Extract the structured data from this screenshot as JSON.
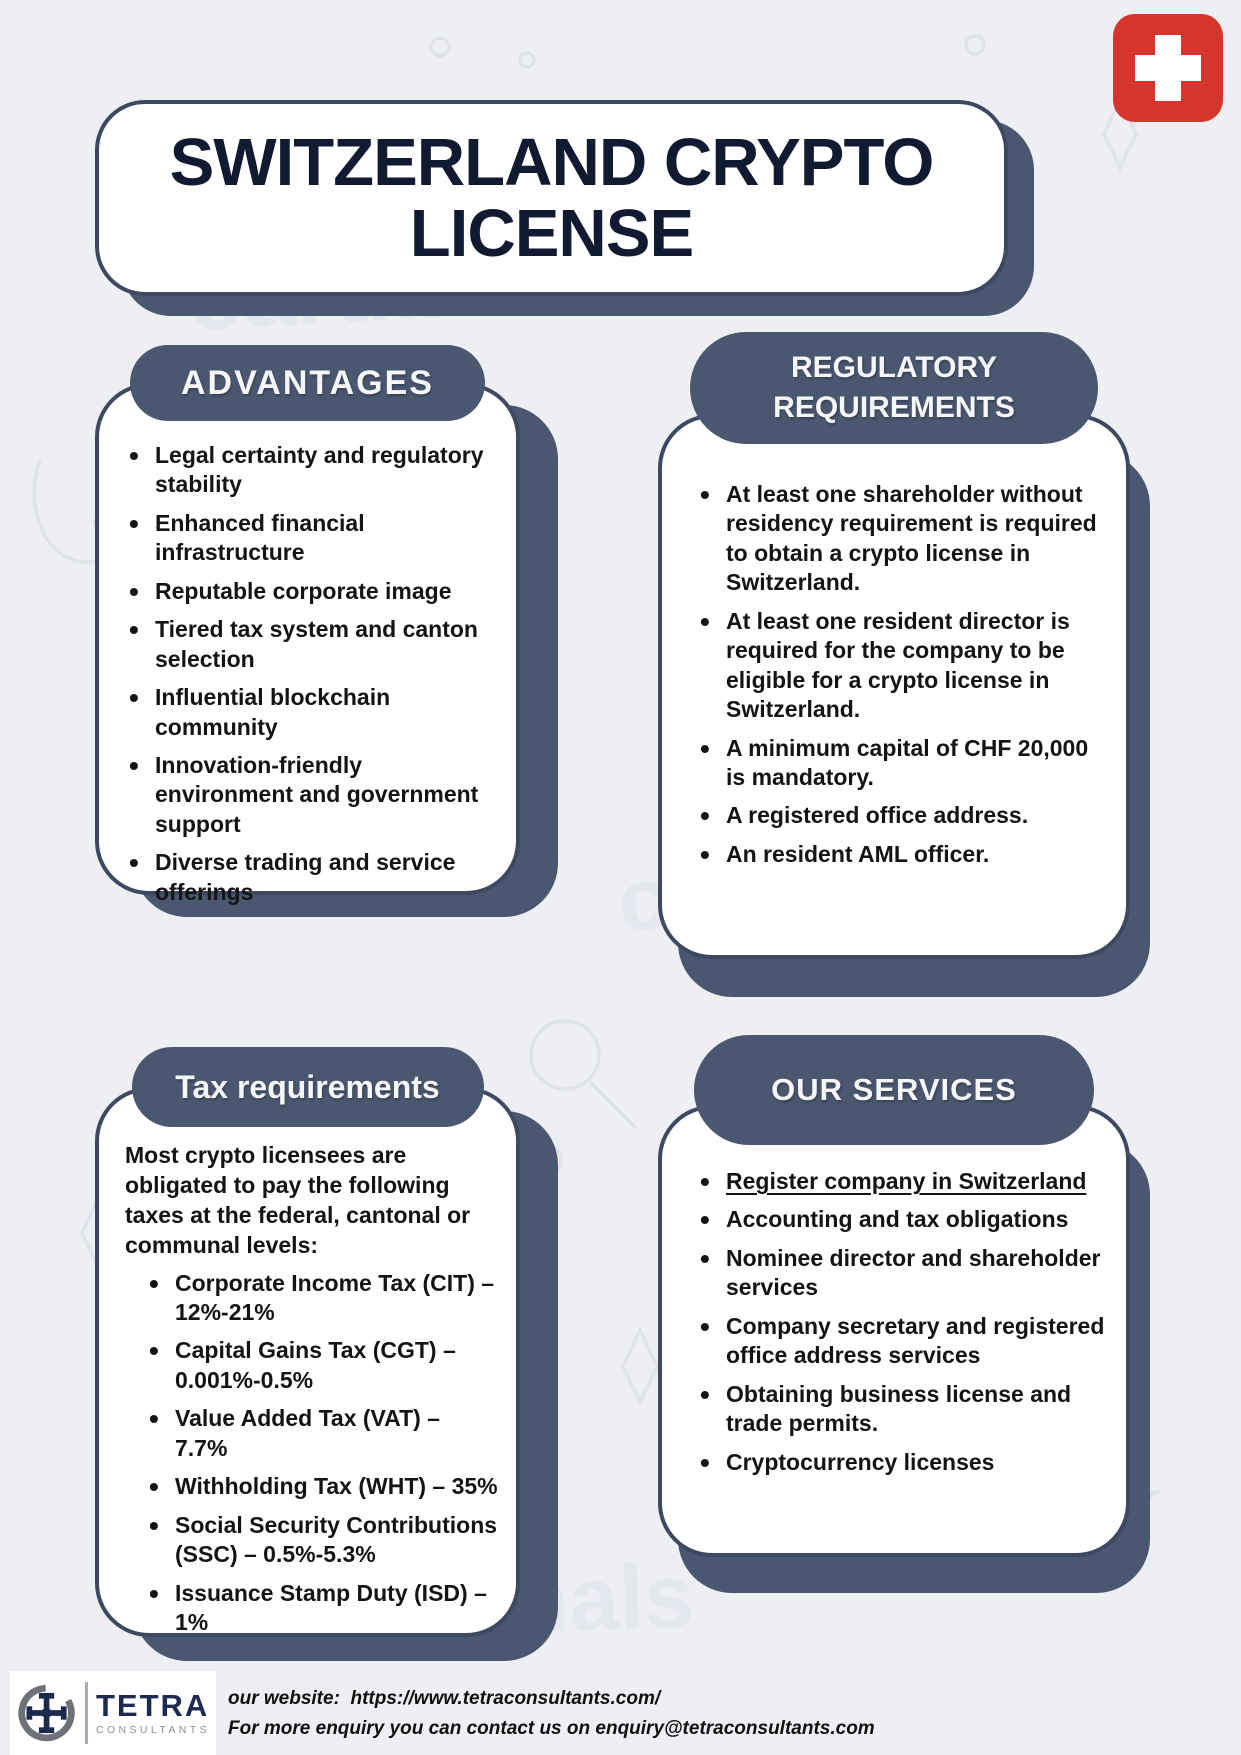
{
  "page": {
    "title": "SWITZERLAND CRYPTO LICENSE"
  },
  "colors": {
    "background": "#edeff3",
    "slate_accent": "#4a5770",
    "card_border": "#3c4961",
    "title_text": "#101a31",
    "flag_red": "#d6352e"
  },
  "flag": {
    "icon": "swiss-flag-icon"
  },
  "watermark": {
    "text": "cardinals"
  },
  "cards": {
    "advantages": {
      "header": "ADVANTAGES",
      "items": [
        "Legal certainty and regulatory stability",
        "Enhanced financial infrastructure",
        "Reputable corporate image",
        "Tiered tax system and canton selection",
        "Influential blockchain community",
        "Innovation-friendly environment and government support",
        "Diverse trading and service offerings"
      ]
    },
    "regulatory": {
      "header": "REGULATORY REQUIREMENTS",
      "items": [
        "At least one shareholder without residency requirement is required to obtain a crypto license in Switzerland.",
        "At least one resident director is required for the company to be eligible for a crypto license in Switzerland.",
        "A minimum capital of CHF 20,000 is mandatory.",
        "A registered office address.",
        "An resident AML officer."
      ]
    },
    "tax": {
      "header": "Tax requirements",
      "intro": "Most crypto licensees are obligated to pay the following taxes at the federal, cantonal or communal levels:",
      "items": [
        "Corporate Income Tax (CIT) – 12%-21%",
        "Capital Gains Tax (CGT) – 0.001%-0.5%",
        "Value Added Tax (VAT) – 7.7%",
        "Withholding Tax (WHT) – 35%",
        "Social Security Contributions (SSC) – 0.5%-5.3%",
        "Issuance Stamp Duty (ISD) – 1%"
      ]
    },
    "services": {
      "header": "OUR SERVICES",
      "items": [
        "Register company in Switzerland",
        "Accounting and tax obligations",
        "Nominee director and shareholder services",
        "Company secretary and registered office address services",
        "Obtaining business license and trade permits.",
        "Cryptocurrency licenses"
      ]
    }
  },
  "footer": {
    "logo": {
      "icon": "tetra-logo-icon",
      "name": "TETRA",
      "subtitle": "CONSULTANTS"
    },
    "website_label": "our website:",
    "website_url": "https://www.tetraconsultants.com/",
    "enquiry_line": "For more enquiry you can contact us on enquiry@tetraconsultants.com"
  }
}
